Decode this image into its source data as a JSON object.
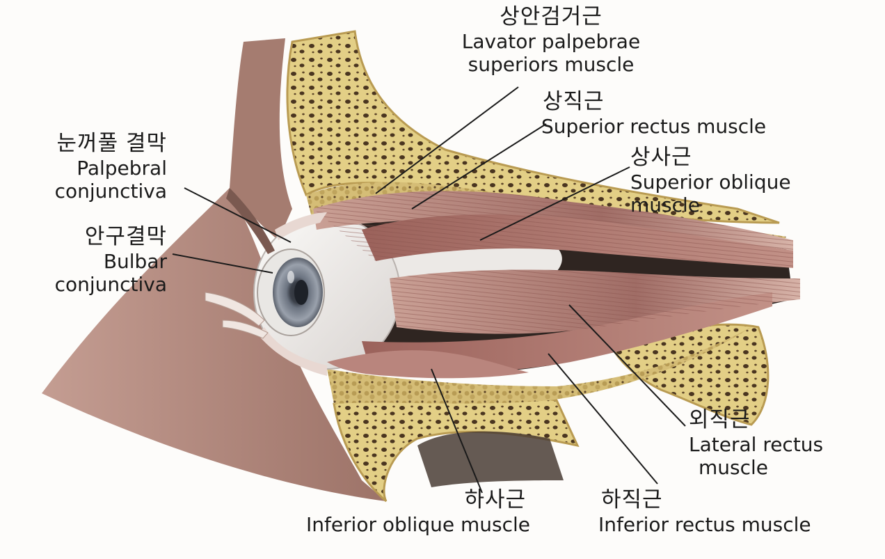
{
  "labels": {
    "levator": {
      "ko": "상안검거근",
      "en_line1": "Lavator palpebrae",
      "en_line2": "superiors muscle"
    },
    "superior_rectus": {
      "ko": "상직근",
      "en": "Superior rectus muscle"
    },
    "palpebral_conjunctiva": {
      "ko": "눈꺼풀 결막",
      "en_line1": "Palpebral",
      "en_line2": "conjunctiva"
    },
    "superior_oblique": {
      "ko": "상사근",
      "en_line1": "Superior oblique",
      "en_line2": "muscle"
    },
    "bulbar_conjunctiva": {
      "ko": "안구결막",
      "en_line1": "Bulbar",
      "en_line2": "conjunctiva"
    },
    "lateral_rectus": {
      "ko": "외직근",
      "en_line1": "Lateral rectus",
      "en_line2": "muscle"
    },
    "inferior_oblique": {
      "ko": "하사근",
      "en": "Inferior oblique muscle"
    },
    "inferior_rectus": {
      "ko": "하직근",
      "en": "Inferior rectus muscle"
    }
  },
  "colors": {
    "background": "#fdfcfa",
    "skin": "#b08a80",
    "bone": "#e3cf86",
    "bone_pore": "#4a3520",
    "fat": "#d9c27a",
    "muscle": "#a8726b",
    "muscle_light": "#d4aaa0",
    "sclera": "#f3f1ef",
    "iris": "#7d8592",
    "pupil": "#2a2e36",
    "leader_line": "#1a1a1a"
  }
}
